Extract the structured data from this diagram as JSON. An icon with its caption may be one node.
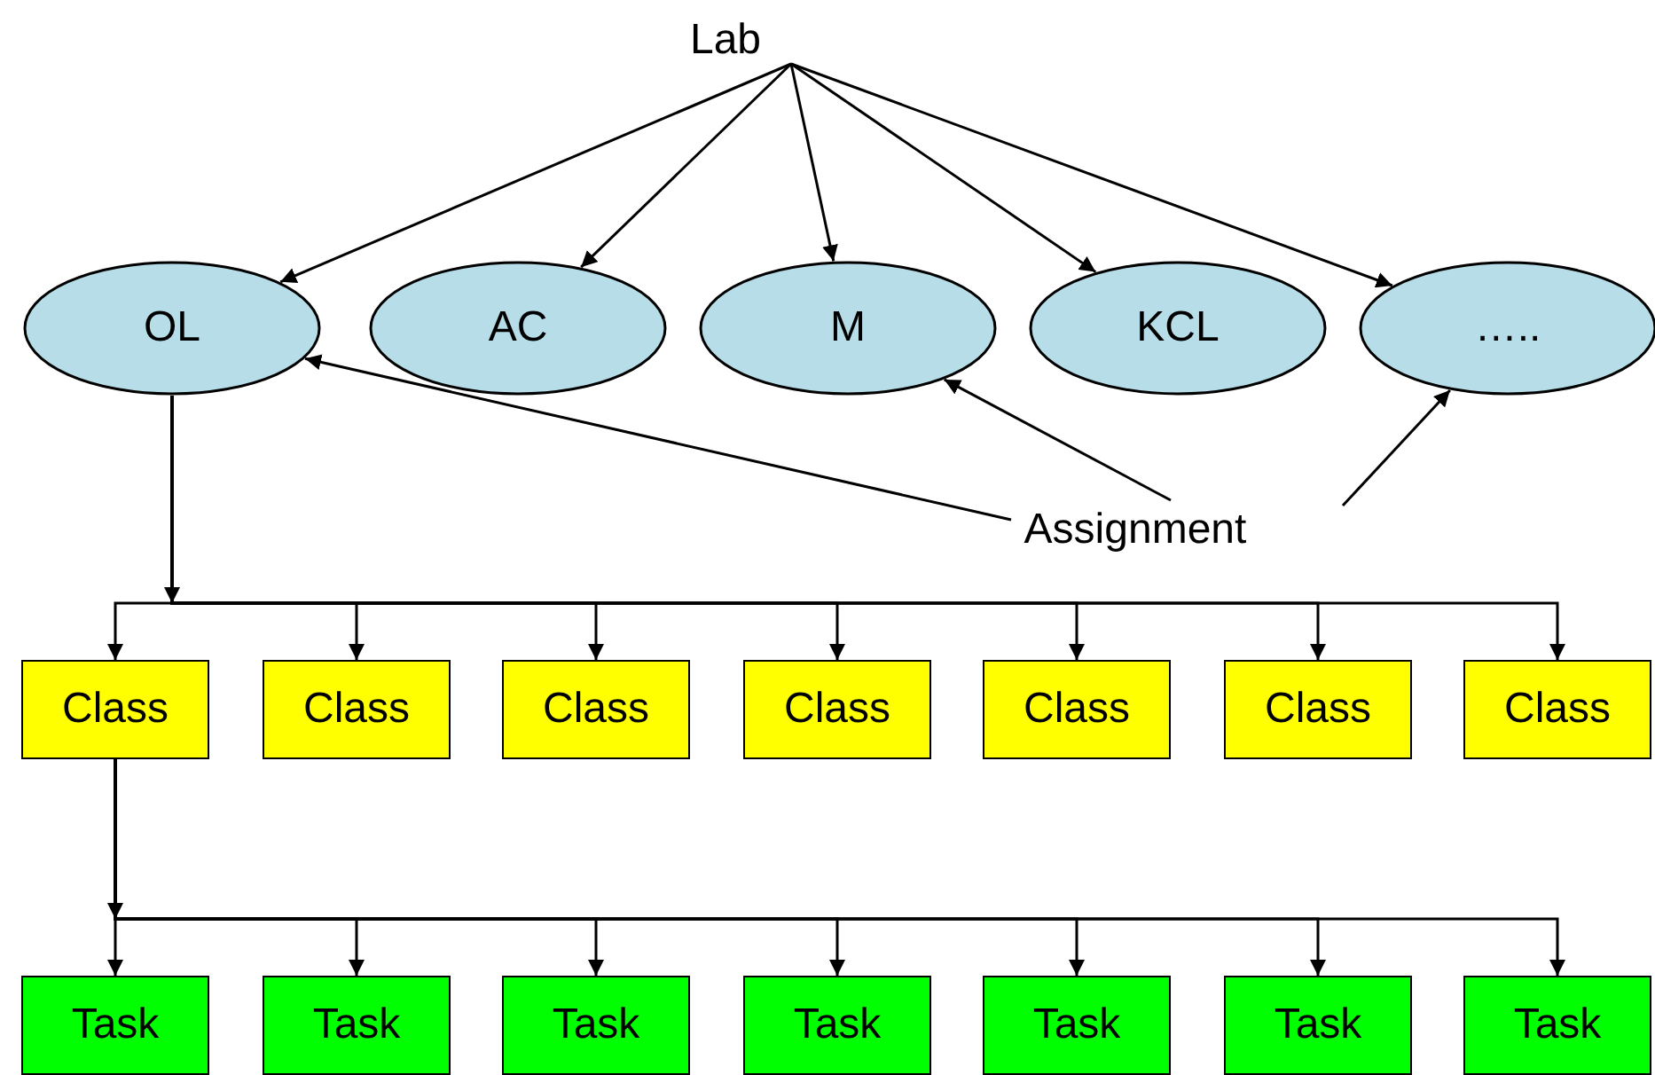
{
  "diagram": {
    "nodes": [
      {
        "text": [
          "Lab"
        ]
      },
      {
        "text": [
          "OL"
        ]
      },
      {
        "text": [
          "AC"
        ]
      },
      {
        "text": [
          "M"
        ]
      },
      {
        "text": [
          "KCL"
        ]
      },
      {
        "text": [
          "….."
        ]
      },
      {
        "text": [
          "Assignment"
        ]
      },
      {
        "text": [
          "Class"
        ]
      },
      {
        "text": [
          "Class"
        ]
      },
      {
        "text": [
          "Class"
        ]
      },
      {
        "text": [
          "Class"
        ]
      },
      {
        "text": [
          "Class"
        ]
      },
      {
        "text": [
          "Class"
        ]
      },
      {
        "text": [
          "Class"
        ]
      },
      {
        "text": [
          "Task"
        ]
      },
      {
        "text": [
          "Task"
        ]
      },
      {
        "text": [
          "Task"
        ]
      },
      {
        "text": [
          "Task"
        ]
      },
      {
        "text": [
          "Task"
        ]
      },
      {
        "text": [
          "Task"
        ]
      },
      {
        "text": [
          "Task"
        ]
      }
    ],
    "edges": [
      {
        "from": 0,
        "to": 1,
        "arrow": "to"
      },
      {
        "from": 0,
        "to": 2,
        "arrow": "to"
      },
      {
        "from": 0,
        "to": 3,
        "arrow": "to"
      },
      {
        "from": 0,
        "to": 4,
        "arrow": "to"
      },
      {
        "from": 0,
        "to": 5,
        "arrow": "to"
      },
      {
        "from": 6,
        "to": 1,
        "arrow": "to"
      },
      {
        "from": 6,
        "to": 3,
        "arrow": "to"
      },
      {
        "from": 6,
        "to": 5,
        "arrow": "to"
      },
      {
        "from": 1,
        "to": 7,
        "arrow": "to"
      },
      {
        "from": 1,
        "to": 8,
        "arrow": "to"
      },
      {
        "from": 1,
        "to": 9,
        "arrow": "to"
      },
      {
        "from": 1,
        "to": 10,
        "arrow": "to"
      },
      {
        "from": 1,
        "to": 11,
        "arrow": "to"
      },
      {
        "from": 1,
        "to": 12,
        "arrow": "to"
      },
      {
        "from": 1,
        "to": 13,
        "arrow": "to"
      },
      {
        "from": 7,
        "to": 14,
        "arrow": "to"
      },
      {
        "from": 7,
        "to": 15,
        "arrow": "to"
      },
      {
        "from": 7,
        "to": 16,
        "arrow": "to"
      },
      {
        "from": 7,
        "to": 17,
        "arrow": "to"
      },
      {
        "from": 7,
        "to": 18,
        "arrow": "to"
      },
      {
        "from": 7,
        "to": 19,
        "arrow": "to"
      },
      {
        "from": 7,
        "to": 20,
        "arrow": "to"
      }
    ]
  }
}
